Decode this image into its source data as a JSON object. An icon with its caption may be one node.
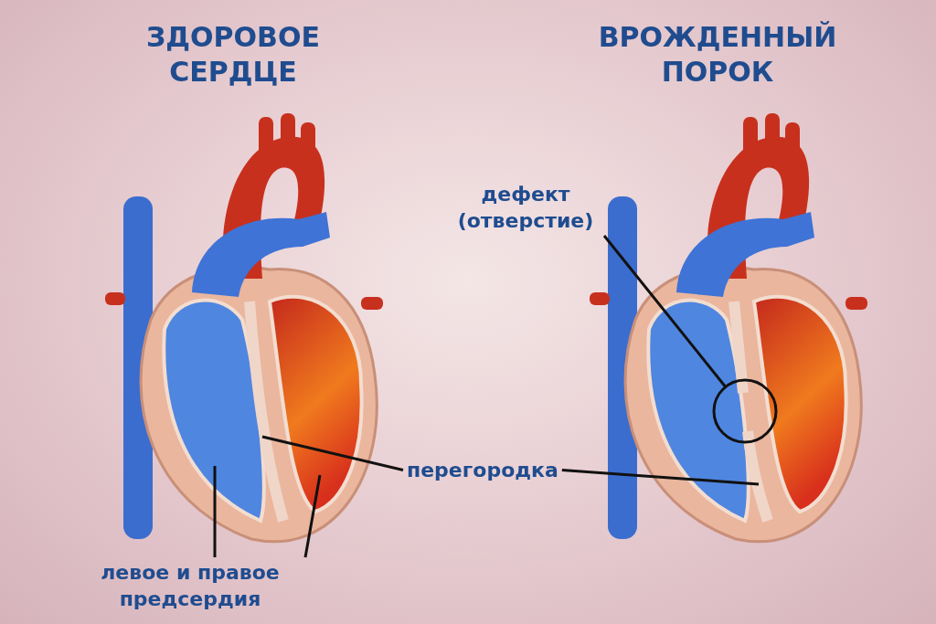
{
  "diagram": {
    "nodes": [
      {
        "text": [],
        "shape": "picture"
      },
      {
        "text": [],
        "shape": "picture"
      },
      {
        "text": [
          "дефект (отверстие)"
        ]
      },
      {
        "text": [],
        "shape": "circle",
        "in": 1
      },
      {
        "text": [
          "перегородка"
        ]
      },
      {
        "text": [
          "левое и правое предсердия"
        ]
      }
    ],
    "edges": [
      {
        "from": 2,
        "to": 3,
        "arrow": "none"
      },
      {
        "from": 4,
        "to": 0,
        "arrow": "none"
      },
      {
        "from": 4,
        "to": 1,
        "arrow": "none"
      },
      {
        "from": 5,
        "to": 0,
        "arrow": "none"
      },
      {
        "from": 5,
        "to": 0,
        "arrow": "none"
      }
    ],
    "labels": [
      "ЗДОРОВОЕ СЕРДЦЕ",
      "ВРОЖДЕННЫЙ ПОРОК"
    ]
  }
}
